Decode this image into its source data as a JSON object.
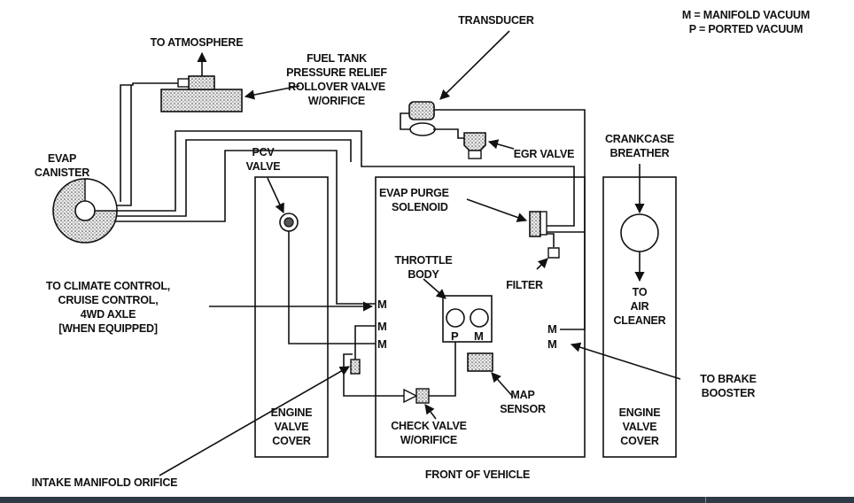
{
  "legend": {
    "manifold": "M = MANIFOLD VACUUM",
    "ported": "P = PORTED VACUUM"
  },
  "labels": {
    "transducer": "TRANSDUCER",
    "to_atmosphere": "TO ATMOSPHERE",
    "fuel_tank_1": "FUEL TANK",
    "fuel_tank_2": "PRESSURE RELIEF",
    "fuel_tank_3": "ROLLOVER VALVE",
    "fuel_tank_4": "W/ORIFICE",
    "evap_canister_1": "EVAP",
    "evap_canister_2": "CANISTER",
    "pcv_1": "PCV",
    "pcv_2": "VALVE",
    "egr_valve": "EGR VALVE",
    "crankcase_1": "CRANKCASE",
    "crankcase_2": "BREATHER",
    "purge_1": "EVAP PURGE",
    "purge_2": "SOLENOID",
    "throttle_1": "THROTTLE",
    "throttle_2": "BODY",
    "filter": "FILTER",
    "to_air_cleaner_1": "TO",
    "to_air_cleaner_2": "AIR",
    "to_air_cleaner_3": "CLEANER",
    "climate_1": "TO CLIMATE CONTROL,",
    "climate_2": "CRUISE CONTROL,",
    "climate_3": "4WD AXLE",
    "climate_4": "[WHEN EQUIPPED]",
    "brake_1": "TO BRAKE",
    "brake_2": "BOOSTER",
    "map_1": "MAP",
    "map_2": "SENSOR",
    "check_1": "CHECK VALVE",
    "check_2": "W/ORIFICE",
    "engine_left_1": "ENGINE",
    "engine_left_2": "VALVE",
    "engine_left_3": "COVER",
    "engine_right_1": "ENGINE",
    "engine_right_2": "VALVE",
    "engine_right_3": "COVER",
    "intake_orifice": "INTAKE MANIFOLD ORIFICE",
    "front": "FRONT OF VEHICLE"
  },
  "ports": {
    "m_left_1": "M",
    "m_left_2": "M",
    "m_left_3": "M",
    "throttle_p": "P",
    "throttle_m": "M",
    "m_right_1": "M",
    "m_right_2": "M"
  }
}
